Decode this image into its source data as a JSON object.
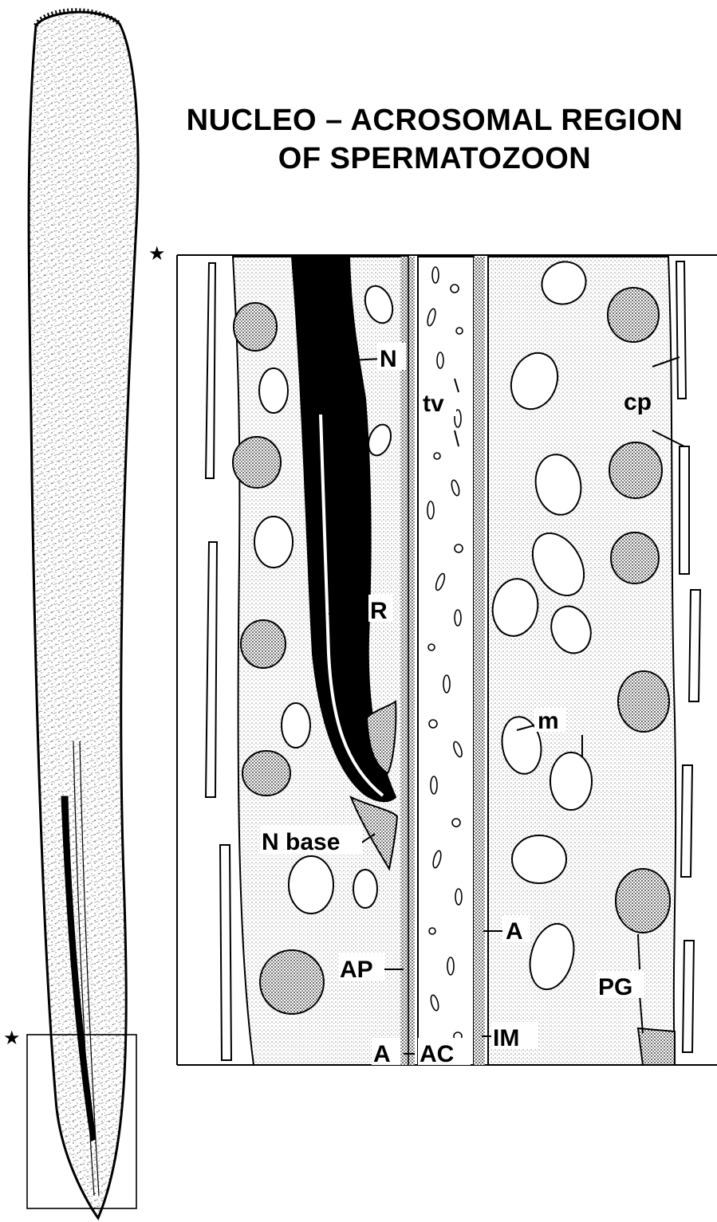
{
  "title": {
    "line1": "NUCLEO – ACROSOMAL REGION",
    "line2": "OF SPERMATOZOON"
  },
  "labels": {
    "N": "N",
    "tv": "tv",
    "cp": "cp",
    "R": "R",
    "m": "m",
    "N_base": "N base",
    "A_right": "A",
    "AP": "AP",
    "PG": "PG",
    "A_bottom": "A",
    "AC": "AC",
    "IM": "IM"
  },
  "markers": {
    "star_top": "★",
    "star_bottom": "★"
  },
  "colors": {
    "ink": "#000000",
    "paper": "#ffffff"
  }
}
